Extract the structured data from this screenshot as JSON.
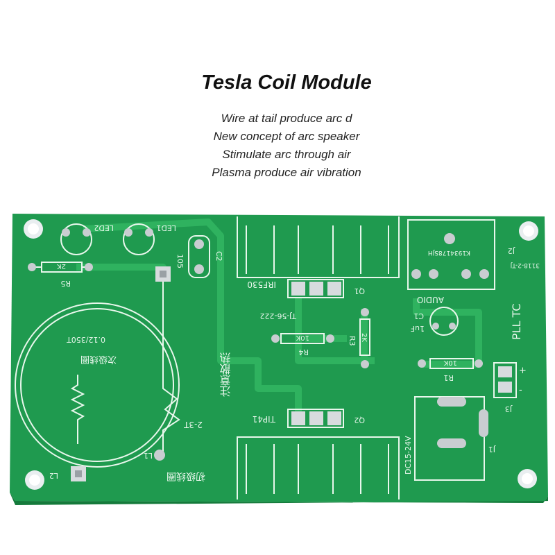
{
  "header": {
    "title": "Tesla Coil Module",
    "features": [
      "Wire at tail produce arc d",
      "New concept of arc speaker",
      "Stimulate arc through air",
      "Plasma produce air vibration"
    ]
  },
  "board": {
    "colors": {
      "board": "#1f9a4f",
      "trace": "#2fb25f",
      "silk": "#e8f7ec",
      "pad": "#c9cdd1"
    },
    "labels": {
      "led1": "LED1",
      "led2": "LED2",
      "r5": "R5",
      "r5_value": "2K",
      "c2": "C2",
      "c2_value": "105",
      "coil_spec": "0.12/350T",
      "coil_cn": "次级线圈",
      "l1": "L1",
      "l2": "L2",
      "turns": "2-3T",
      "primary_cn": "初级线圈",
      "q1": "Q1",
      "q1_part": "IRF530",
      "q2": "Q2",
      "q2_part": "TIP41",
      "heatsink": "TJ-56-222",
      "note_cn": "注意散热",
      "r4": "R4",
      "r4_value": "10K",
      "r3": "R3",
      "r3_value": "2K",
      "c1": "C1",
      "c1_value": "1uF",
      "audio": "AUDIO",
      "r1": "R1",
      "r1_value": "10K",
      "brand": "PLL TC",
      "j1": "J1",
      "j2": "J2",
      "j2_part": "K1934178SJH",
      "j3": "J3",
      "plus": "+",
      "minus": "-",
      "jack": "3118-2-TJ",
      "voltage": "DC15-24V"
    }
  }
}
